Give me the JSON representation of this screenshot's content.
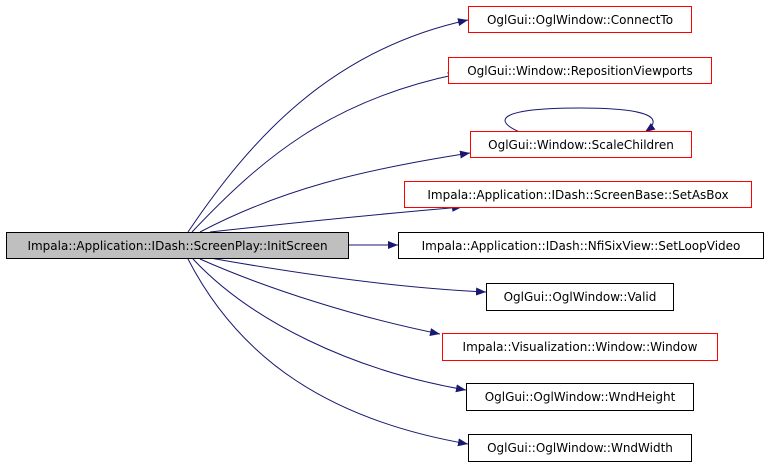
{
  "colors": {
    "edge": "#191970",
    "root_fill": "#bfbfbf",
    "undocumented_border": "#ff0000",
    "documented_border": "#000000"
  },
  "root": {
    "label": "Impala::Application::IDash::ScreenPlay::InitScreen"
  },
  "callees": [
    {
      "label": "OglGui::OglWindow::ConnectTo",
      "style": "red"
    },
    {
      "label": "OglGui::Window::RepositionViewports",
      "style": "red"
    },
    {
      "label": "OglGui::Window::ScaleChildren",
      "style": "red"
    },
    {
      "label": "Impala::Application::IDash::ScreenBase::SetAsBox",
      "style": "red"
    },
    {
      "label": "Impala::Application::IDash::NfiSixView::SetLoopVideo",
      "style": "black"
    },
    {
      "label": "OglGui::OglWindow::Valid",
      "style": "black"
    },
    {
      "label": "Impala::Visualization::Window::Window",
      "style": "red"
    },
    {
      "label": "OglGui::OglWindow::WndHeight",
      "style": "black"
    },
    {
      "label": "OglGui::OglWindow::WndWidth",
      "style": "black"
    }
  ],
  "edges": [
    {
      "from": "root",
      "to": 0
    },
    {
      "from": "root",
      "to": 1
    },
    {
      "from": "root",
      "to": 2
    },
    {
      "from": "root",
      "to": 3
    },
    {
      "from": "root",
      "to": 4
    },
    {
      "from": "root",
      "to": 5
    },
    {
      "from": "root",
      "to": 6
    },
    {
      "from": "root",
      "to": 7
    },
    {
      "from": "root",
      "to": 8
    },
    {
      "from": 2,
      "to": 2,
      "self_loop": true
    }
  ]
}
